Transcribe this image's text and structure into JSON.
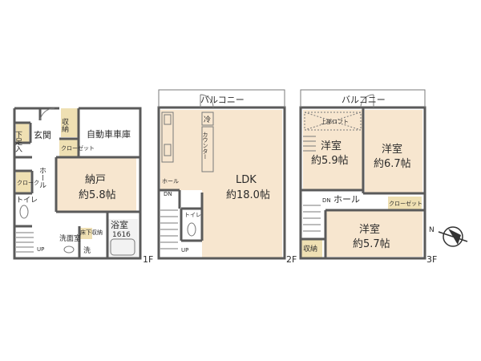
{
  "floors": [
    {
      "id": "1F",
      "label": "1F",
      "rooms": {
        "entrance": "玄関",
        "shoe_storage": "下足入",
        "closet_top": "収納",
        "garage": "自動車車庫",
        "closet": "クローゼット",
        "hall": "ホール",
        "cloak": "クローク",
        "storeroom_name": "納戸",
        "storeroom_size": "約5.8帖",
        "toilet": "トイレ",
        "washroom": "洗面室",
        "bath": "浴室",
        "bath_size": "1616",
        "underfloor": "床下収納",
        "wash": "洗",
        "up": "UP"
      }
    },
    {
      "id": "2F",
      "label": "2F",
      "rooms": {
        "balcony": "バルコニー",
        "fridge": "冷",
        "counter": "カウンター",
        "ldk_name": "LDK",
        "ldk_size": "約18.0帖",
        "hall": "ホール",
        "dn": "DN",
        "toilet": "トイレ",
        "up": "UP"
      }
    },
    {
      "id": "3F",
      "label": "3F",
      "rooms": {
        "balcony": "バルコニー",
        "loft_hatch": "上部ロフト",
        "western1_name": "洋室",
        "western1_size": "約5.9帖",
        "western2_name": "洋室",
        "western2_size": "約6.7帖",
        "dn": "DN",
        "hall": "ホール",
        "closet": "クローゼット",
        "western3_name": "洋室",
        "western3_size": "約5.7帖",
        "storage": "収納"
      }
    }
  ],
  "compass": {
    "label": "N",
    "icon": "compass-icon"
  },
  "colors": {
    "room": "#f7e6cf",
    "storage": "#efe0b3",
    "wet": "#f2f2f2",
    "wall": "#5a5a5a"
  }
}
